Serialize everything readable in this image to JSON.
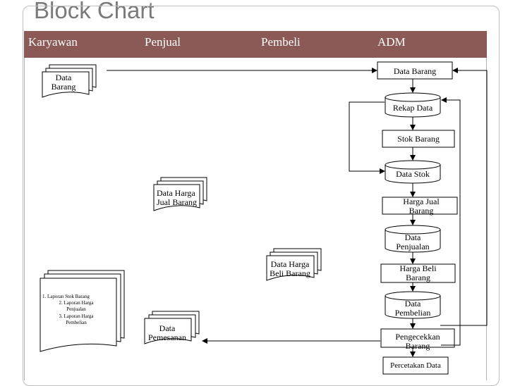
{
  "slide": {
    "title": "Block Chart"
  },
  "lanes": {
    "karyawan": "Karyawan",
    "penjual": "Penjual",
    "pembeli": "Pembeli",
    "adm": "ADM"
  },
  "nodes": {
    "data_barang_doc": "Data\nBarang",
    "data_barang_proc": "Data Barang",
    "rekap_data": "Rekap Data",
    "stok_barang": "Stok Barang",
    "data_stok": "Data Stok",
    "data_harga_jual_doc": "Data  Harga\nJual Barang",
    "harga_jual_barang": "Harga Jual\nBarang",
    "data_penjualan": "Data\nPenjualan",
    "data_harga_beli_doc": "Data Harga\nBeli Barang",
    "harga_beli_barang": "Harga Beli\nBarang",
    "laporan_1": "1.        Laporan Stok Barang",
    "laporan_2": "2.        Laporan Harga\nPenjualan",
    "laporan_3": "3.        Laporan Harga\nPembelian",
    "data_pembelian": "Data\nPembelian",
    "data_pemesanan_doc": "Data\nPemesanan",
    "pengecekkan_barang": "Pengecekkan\nBarang",
    "percetakan_data": "Percetakan Data"
  }
}
